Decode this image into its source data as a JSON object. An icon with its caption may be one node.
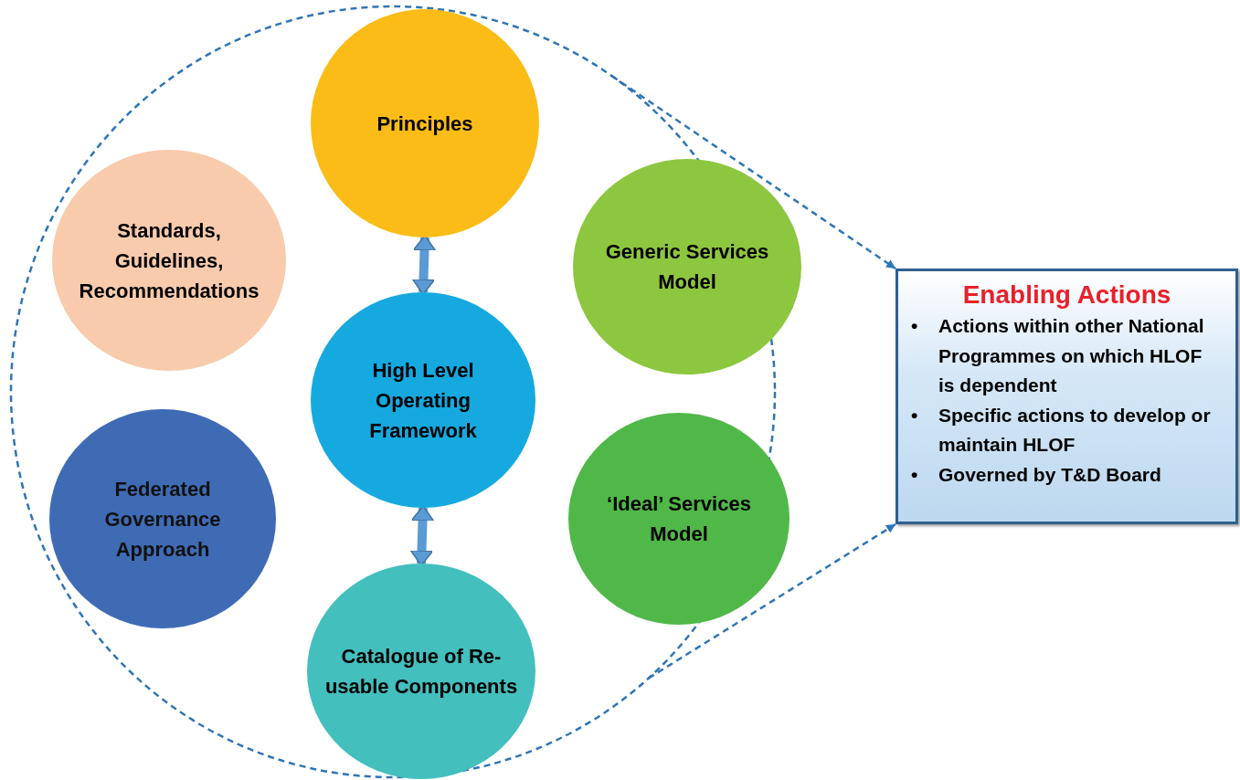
{
  "diagram": {
    "nodes": [
      {
        "text": [],
        "shape": "circle"
      },
      {
        "text": [
          "Principles"
        ],
        "in": 0
      },
      {
        "text": [
          "Standards, Guidelines, Recommendations"
        ],
        "in": 0
      },
      {
        "text": [
          "Generic Services Model"
        ],
        "in": 0
      },
      {
        "text": [
          "High Level Operating Framework"
        ],
        "in": 0
      },
      {
        "text": [
          "Federated Governance Approach"
        ],
        "in": 0
      },
      {
        "text": [
          "‘Ideal’ Services Model"
        ],
        "in": 0
      },
      {
        "text": [
          "Catalogue of Re-usable Components"
        ],
        "in": 0
      },
      {
        "text": [
          "Enabling Actions",
          "Actions within other National Programmes on which HLOF is dependent",
          "Specific actions to develop or maintain HLOF",
          "Governed by T&D Board"
        ]
      }
    ],
    "edges": [
      {
        "from": 1,
        "to": 4,
        "arrow": "both",
        "style": "thick"
      },
      {
        "from": 4,
        "to": 7,
        "arrow": "both",
        "style": "thick"
      },
      {
        "from": 0,
        "to": 8,
        "arrow": "to",
        "style": "dashed"
      },
      {
        "from": 0,
        "to": 8,
        "arrow": "to",
        "style": "dashed"
      }
    ],
    "labels": [
      "•",
      "•",
      "•"
    ]
  }
}
